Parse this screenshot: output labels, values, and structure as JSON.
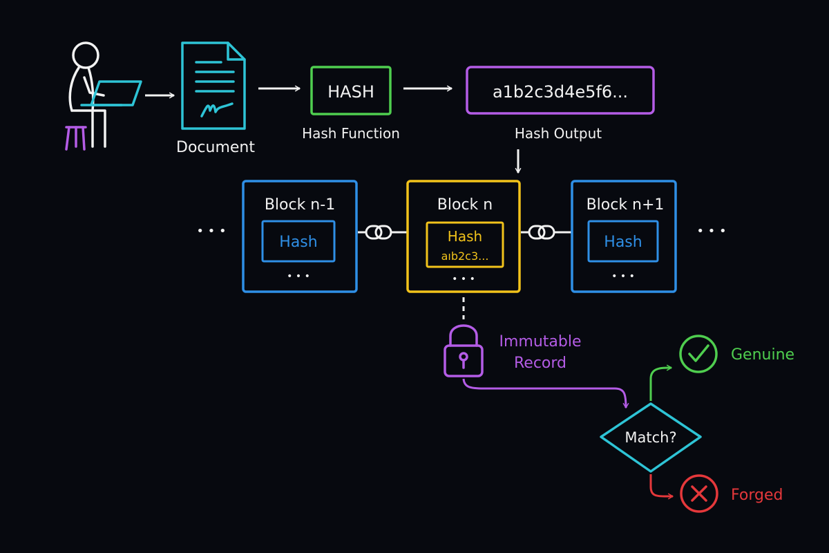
{
  "colors": {
    "background": "#07090f",
    "white": "#f2f2f2",
    "cyan": "#2ec4d6",
    "green": "#4fce4f",
    "purple": "#b45ce6",
    "blue": "#2f8fe6",
    "yellow": "#f2c31b",
    "red": "#e5383b"
  },
  "icons": {
    "person": "person-at-laptop-icon",
    "document": "document-icon",
    "lock": "padlock-icon",
    "chain": "chain-link-icon",
    "check": "check-circle-icon",
    "cross": "x-circle-icon"
  },
  "labels": {
    "document": "Document",
    "hash_box": "HASH",
    "hash_function": "Hash Function",
    "hash_value": "a1b2c3d4e5f6...",
    "hash_output": "Hash Output",
    "ellipsis": "• • •",
    "immutable_line1": "Immutable",
    "immutable_line2": "Record",
    "match": "Match?",
    "genuine": "Genuine",
    "forged": "Forged"
  },
  "blocks": [
    {
      "title": "Block n-1",
      "hash": "Hash",
      "value": "",
      "dots": "• • •"
    },
    {
      "title": "Block n",
      "hash": "Hash",
      "value": "aıb2c3...",
      "dots": "• • •"
    },
    {
      "title": "Block n+1",
      "hash": "Hash",
      "value": "",
      "dots": "• • •"
    }
  ]
}
